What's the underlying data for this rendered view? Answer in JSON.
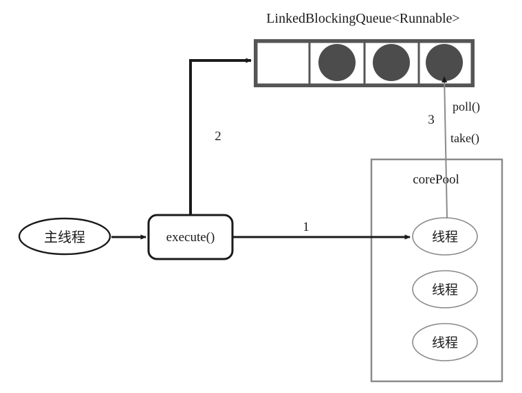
{
  "diagram": {
    "title": "LinkedBlockingQueue<Runnable>",
    "queue": {
      "name": "LinkedBlockingQueue<Runnable>",
      "cells": [
        {
          "index": 0,
          "filled": false,
          "task_label": ""
        },
        {
          "index": 1,
          "filled": true,
          "task_label": ""
        },
        {
          "index": 2,
          "filled": true,
          "task_label": ""
        },
        {
          "index": 3,
          "filled": true,
          "task_label": ""
        }
      ],
      "capacity_shown": 4,
      "filled_count": 3
    },
    "pool": {
      "label": "corePool",
      "threads": [
        {
          "label": "线程"
        },
        {
          "label": "线程"
        },
        {
          "label": "线程"
        }
      ]
    },
    "nodes": {
      "main_thread": "主线程",
      "execute": "execute()"
    },
    "edges": [
      {
        "id": "edge-main-to-execute",
        "label": "",
        "from": "主线程",
        "to": "execute()"
      },
      {
        "id": "edge-1",
        "label": "1",
        "from": "execute()",
        "to": "线程"
      },
      {
        "id": "edge-2",
        "label": "2",
        "from": "execute()",
        "to": "LinkedBlockingQueue<Runnable>"
      },
      {
        "id": "edge-3",
        "label": "3",
        "from": "LinkedBlockingQueue<Runnable>",
        "to": "线程"
      }
    ],
    "annotations": {
      "poll": "poll()",
      "take": "take()"
    },
    "colors": {
      "background": "#ffffff",
      "stroke_dark": "#1a1a1a",
      "stroke_gray": "#7a7a7a",
      "task_fill": "#4c4c4c",
      "queue_border": "#555555"
    }
  }
}
